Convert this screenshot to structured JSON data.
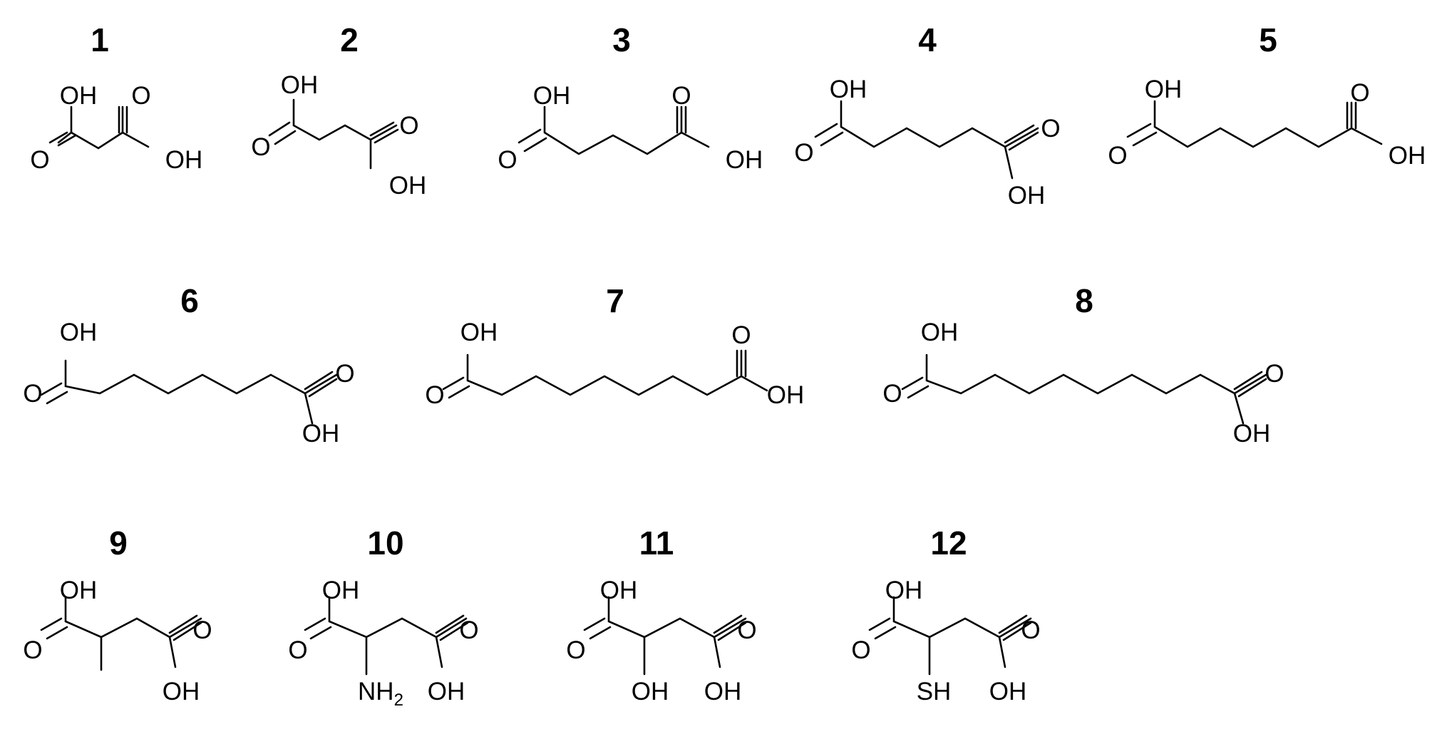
{
  "compounds": [
    {
      "number": "1"
    },
    {
      "number": "2"
    },
    {
      "number": "3"
    },
    {
      "number": "4"
    },
    {
      "number": "5"
    },
    {
      "number": "6"
    },
    {
      "number": "7"
    },
    {
      "number": "8"
    },
    {
      "number": "9"
    },
    {
      "number": "10"
    },
    {
      "number": "11"
    },
    {
      "number": "12"
    }
  ],
  "atom_labels": {
    "hydroxyl": "OH",
    "oxygen": "O",
    "amine": "NH",
    "amine_subscript": "2",
    "thiol": "SH"
  }
}
